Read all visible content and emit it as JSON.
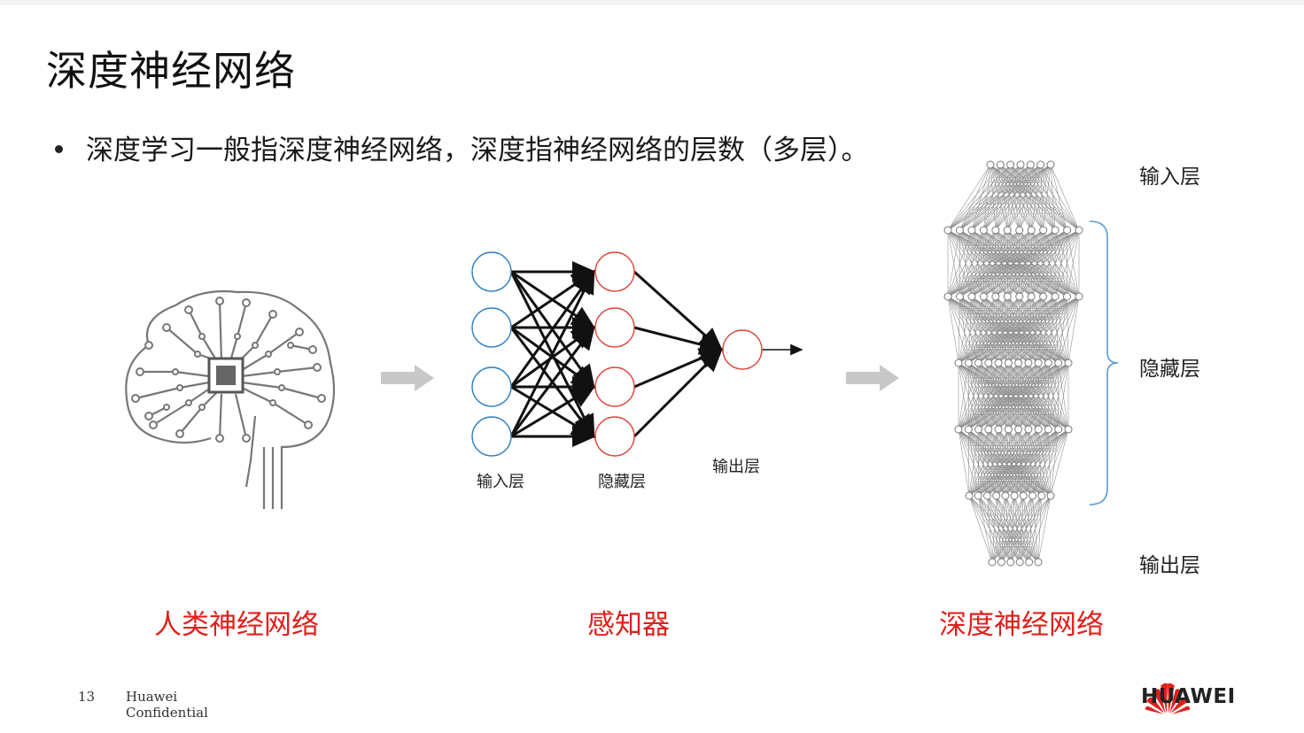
{
  "slide": {
    "title": "深度神经网络",
    "bullet": "深度学习一般指深度神经网络，深度指神经网络的层数（多层）。",
    "page_number": "13",
    "confidential_line1": "Huawei",
    "confidential_line2": "Confidential",
    "brand": "HUAWEI"
  },
  "captions": {
    "human": "人类神经网络",
    "perceptron": "感知器",
    "deep": "深度神经网络"
  },
  "perceptron_labels": {
    "input": "输入层",
    "hidden": "隐藏层",
    "output": "输出层"
  },
  "deep_labels": {
    "input": "输入层",
    "hidden": "隐藏层",
    "output": "输出层"
  },
  "colors": {
    "accent_red": "#e0201b",
    "input_node": "#2f7fc1",
    "hidden_node": "#e0453a",
    "arrow_gray": "#c8c8c8"
  },
  "icons": [
    "brain-circuit-icon",
    "huawei-logo-icon",
    "right-arrow-icon"
  ]
}
